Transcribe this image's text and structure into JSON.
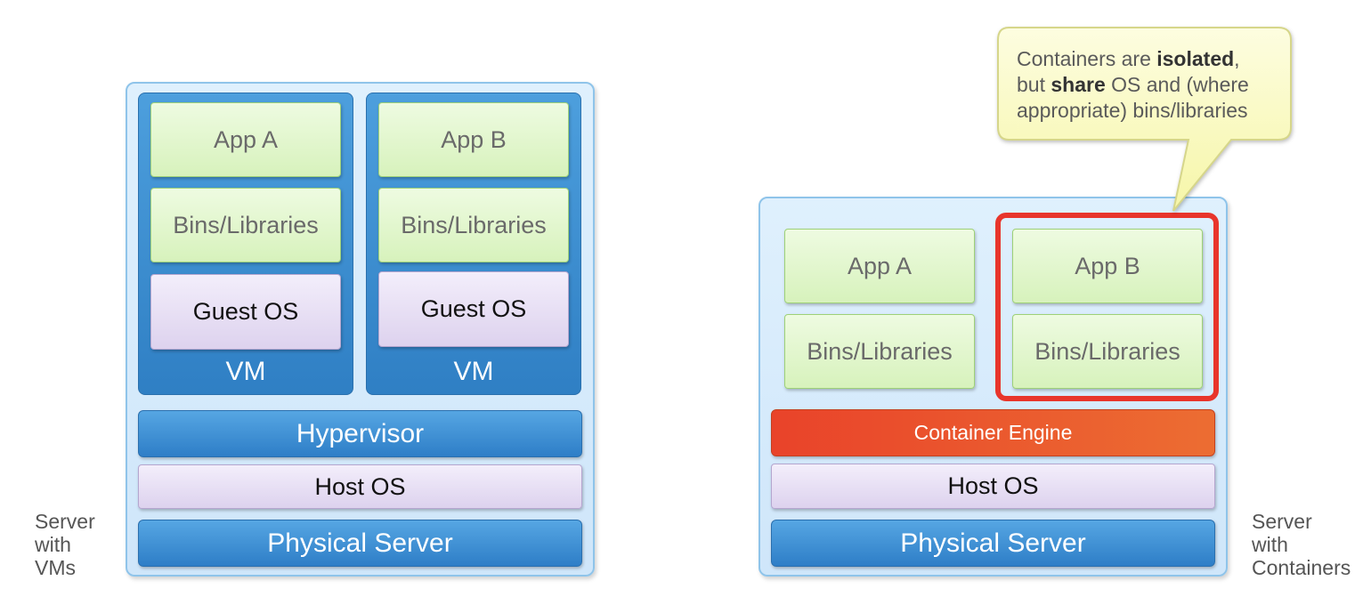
{
  "vm_server": {
    "vm1": {
      "app": "App A",
      "bins": "Bins/Libraries",
      "guest_os": "Guest OS",
      "label": "VM"
    },
    "vm2": {
      "app": "App B",
      "bins": "Bins/Libraries",
      "guest_os": "Guest OS",
      "label": "VM"
    },
    "hypervisor": "Hypervisor",
    "host_os": "Host OS",
    "physical": "Physical Server",
    "side_label": [
      "Server",
      "with",
      "VMs"
    ]
  },
  "container_server": {
    "app_a": "App A",
    "bins_a": "Bins/Libraries",
    "app_b": "App B",
    "bins_b": "Bins/Libraries",
    "engine": "Container Engine",
    "host_os": "Host OS",
    "physical": "Physical Server",
    "side_label": [
      "Server",
      "with",
      "Containers"
    ]
  },
  "callout": {
    "line1_a": "Containers are ",
    "line1_b": "isolated",
    "line1_c": ",",
    "line2_a": "but ",
    "line2_b": "share",
    "line2_c": " OS and (where",
    "line3": "appropriate) bins/libraries"
  },
  "colors": {
    "highlight": "#e8352b",
    "engine": "#e9432a",
    "callout_fill": "#fbfbc6"
  }
}
